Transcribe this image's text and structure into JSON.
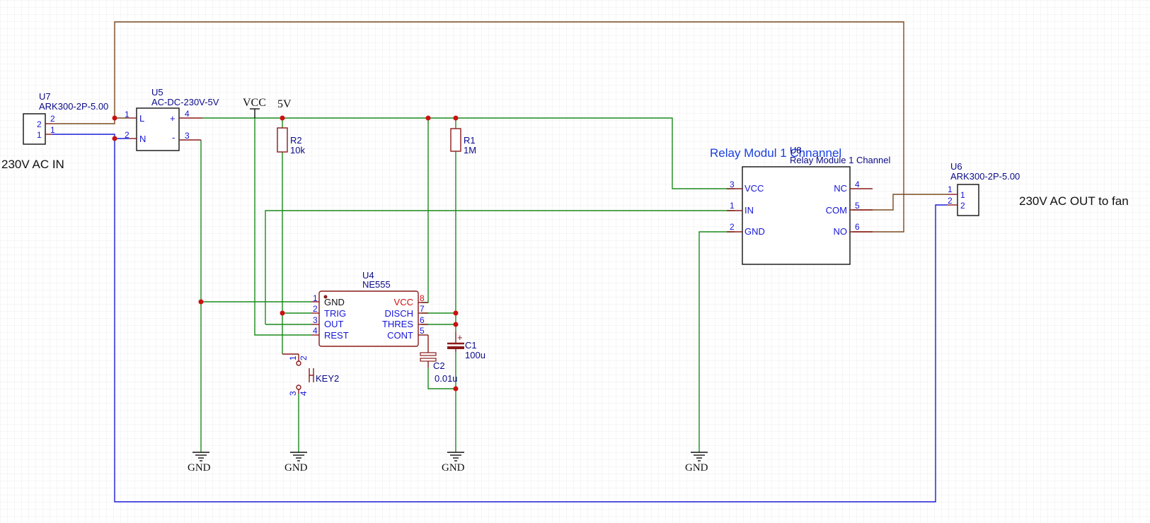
{
  "labels": {
    "ac_in": "230V AC IN",
    "ac_out": "230V AC OUT to fan",
    "relay_title": "Relay Modul 1 Chnannel",
    "vcc_flag": "VCC",
    "five_v": "5V",
    "gnd": "GND"
  },
  "components": {
    "u7": {
      "ref": "U7",
      "value": "ARK300-2P-5.00",
      "pins": [
        "2",
        "1"
      ]
    },
    "u6": {
      "ref": "U6",
      "value": "ARK300-2P-5.00",
      "pins": [
        "1",
        "2"
      ]
    },
    "u5": {
      "ref": "U5",
      "value": "AC-DC-230V-5V",
      "pins": {
        "l": "1",
        "n": "2",
        "plus": "4",
        "minus": "3"
      },
      "pin_names": {
        "l": "L",
        "n": "N",
        "plus": "+",
        "minus": "-"
      }
    },
    "r2": {
      "ref": "R2",
      "value": "10k"
    },
    "r1": {
      "ref": "R1",
      "value": "1M"
    },
    "c1": {
      "ref": "C1",
      "value": "100u",
      "polarity": "+"
    },
    "c2": {
      "ref": "C2",
      "value": "0.01u"
    },
    "key2": {
      "ref": "KEY2",
      "pins": [
        "1",
        "2",
        "3",
        "4"
      ]
    },
    "u4": {
      "ref": "U4",
      "value": "NE555",
      "left_pins": [
        {
          "num": "1",
          "name": "GND"
        },
        {
          "num": "2",
          "name": "TRIG"
        },
        {
          "num": "3",
          "name": "OUT"
        },
        {
          "num": "4",
          "name": "REST"
        }
      ],
      "right_pins": [
        {
          "num": "8",
          "name": "VCC"
        },
        {
          "num": "7",
          "name": "DISCH"
        },
        {
          "num": "6",
          "name": "THRES"
        },
        {
          "num": "5",
          "name": "CONT"
        }
      ]
    },
    "u8": {
      "ref": "U8",
      "value": "Relay Module 1 Channel",
      "left_pins": [
        {
          "num": "3",
          "name": "VCC"
        },
        {
          "num": "1",
          "name": "IN"
        },
        {
          "num": "2",
          "name": "GND"
        }
      ],
      "right_pins": [
        {
          "num": "4",
          "name": "NC"
        },
        {
          "num": "5",
          "name": "COM"
        },
        {
          "num": "6",
          "name": "NO"
        }
      ]
    }
  },
  "colors": {
    "wire_ac_live": "#7a4a1e",
    "wire_ac_neutral": "#1c1cd8",
    "wire_signal": "#1a8a1a",
    "symbol": "#8b1a1a",
    "junction": "#cc1010",
    "grid": "#ececec"
  }
}
